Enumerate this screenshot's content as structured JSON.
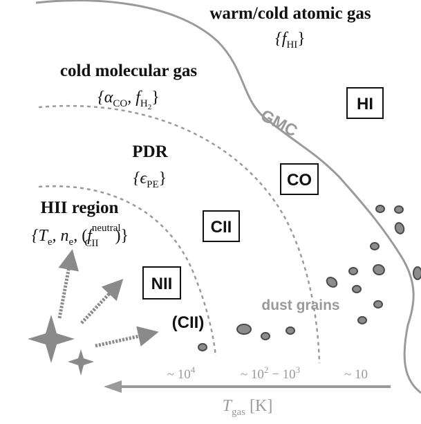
{
  "regions": {
    "warm_cold_atomic": {
      "title": "warm/cold atomic gas",
      "params": "{f_HI}"
    },
    "cold_molecular": {
      "title": "cold molecular gas",
      "params": "{α_CO, f_H2}"
    },
    "pdr": {
      "title": "PDR",
      "params": "{ε_PE}"
    },
    "hii": {
      "title": "HII region",
      "params": "{T_e, n_e, (f_CII^neutral)}"
    }
  },
  "species_boxes": [
    "HI",
    "CO",
    "CII",
    "NII"
  ],
  "labels": {
    "cii_parenthetical": "(CII)",
    "gmc": "GMC",
    "dust_grains": "dust grains"
  },
  "axis": {
    "label": "T_gas [K]",
    "ticks": [
      "~ 10^4",
      "~ 10^2 − 10^3",
      "~ 10"
    ]
  },
  "colors": {
    "text": "#111111",
    "boundary_line": "#9a9a9a",
    "dust_grain_fill": "#8c8c8c",
    "star_fill": "#8a8a8a"
  }
}
